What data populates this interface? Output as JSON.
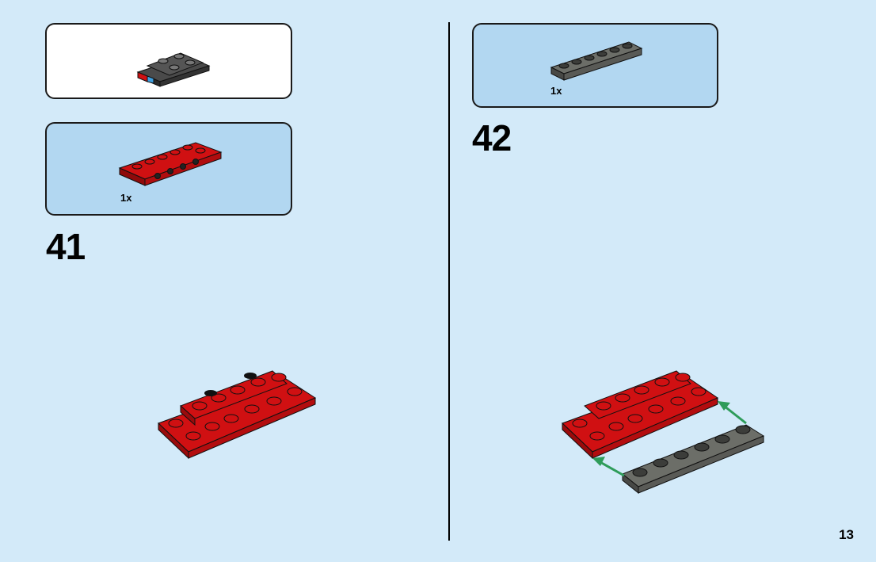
{
  "steps": [
    {
      "number": "41",
      "parts": [
        {
          "quantity": "1x",
          "color": "red",
          "piece": "plate-2x6-bracket"
        }
      ]
    },
    {
      "number": "42",
      "parts": [
        {
          "quantity": "1x",
          "color": "dark-grey",
          "piece": "plate-1x6"
        }
      ]
    }
  ],
  "page_number": "13",
  "colors": {
    "background": "#d3eaf9",
    "parts_box": "#b2d7f1",
    "brick_red": "#d01012",
    "brick_grey": "#6c6e68",
    "arrow_green": "#2e9c5a"
  },
  "icons": [
    "assembly-preview",
    "red-plate",
    "grey-plate",
    "green-arrow"
  ]
}
